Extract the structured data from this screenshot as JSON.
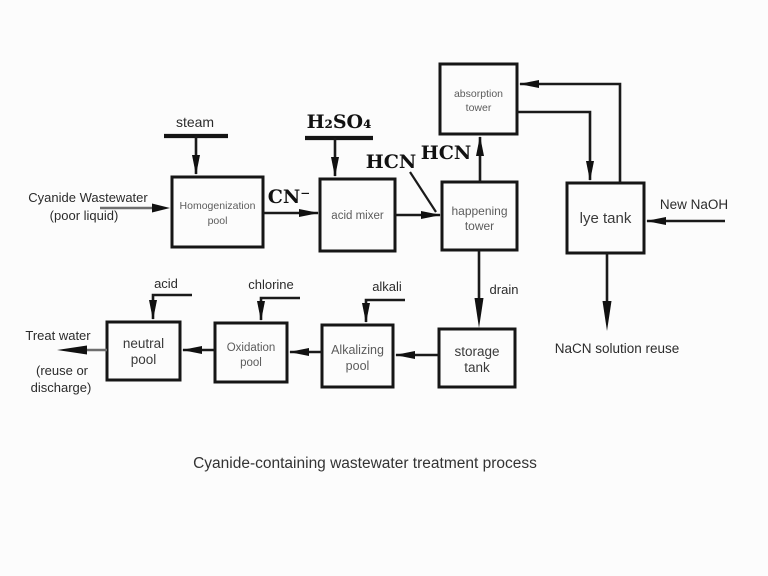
{
  "title": "Cyanide-containing wastewater treatment process",
  "boxes": {
    "homogenization_pool": {
      "line1": "Homogenization",
      "line2": "pool"
    },
    "acid_mixer": {
      "line1": "acid mixer"
    },
    "happening_tower": {
      "line1": "happening",
      "line2": "tower"
    },
    "absorption_tower": {
      "line1": "absorption",
      "line2": "tower"
    },
    "lye_tank": {
      "line1": "lye tank"
    },
    "storage_tank": {
      "line1": "storage",
      "line2": "tank"
    },
    "alkalizing_pool": {
      "line1": "Alkalizing",
      "line2": "pool"
    },
    "oxidation_pool": {
      "line1": "Oxidation",
      "line2": "pool"
    },
    "neutral_pool": {
      "line1": "neutral",
      "line2": "pool"
    }
  },
  "streams": {
    "steam": "steam",
    "sulfuric_acid": "H₂SO₄",
    "cn_minus": "CN⁻",
    "hcn_line": "HCN",
    "hcn_gas": "HCN",
    "drain": "drain",
    "acid": "acid",
    "chlorine": "chlorine",
    "alkali": "alkali"
  },
  "io": {
    "feed_line1": "Cyanide Wastewater",
    "feed_line2": "(poor liquid)",
    "new_naoh": "New NaOH",
    "nacn_reuse": "NaCN solution reuse",
    "treated_line1": "Treat water",
    "treated_line2": "(reuse or",
    "treated_line3": "discharge)"
  },
  "colors": {
    "ink": "#1a1a1a",
    "box_text": "#5c5c5c",
    "lead_line": "#6e6e6e",
    "background": "#fcfcfc"
  }
}
